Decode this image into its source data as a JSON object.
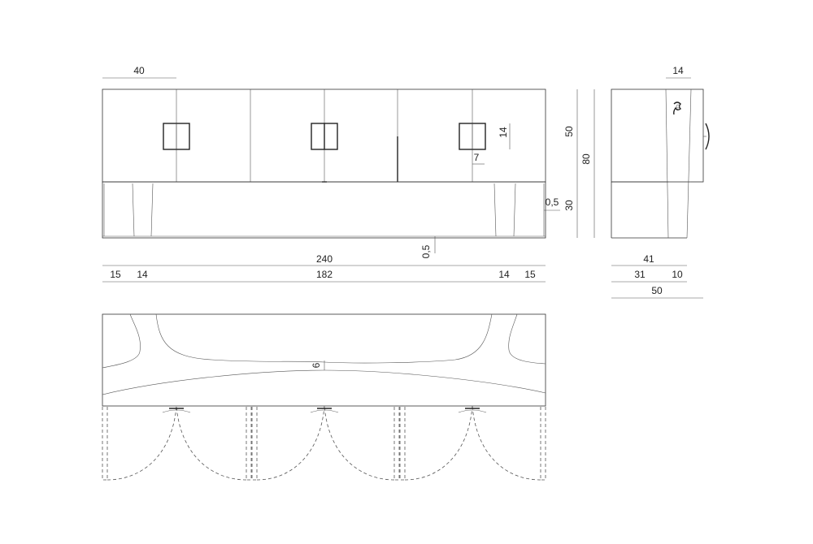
{
  "front_view": {
    "dims": {
      "door_width": "40",
      "handle_height": "14",
      "handle_offset": "7",
      "top_height": "50",
      "total_height": "80",
      "base_height": "30",
      "base_gap_side": "0,5",
      "base_gap_bottom": "0,5",
      "total_width": "240",
      "leg_left_outer": "15",
      "leg_left_inner": "14",
      "center_span": "182",
      "leg_right_inner": "14",
      "leg_right_outer": "15"
    }
  },
  "side_view": {
    "dims": {
      "door_depth": "14",
      "depth_a": "41",
      "depth_b1": "31",
      "depth_b2": "10",
      "total_depth": "50"
    }
  },
  "plan_view": {
    "dims": {
      "curve_depth": "6"
    }
  }
}
